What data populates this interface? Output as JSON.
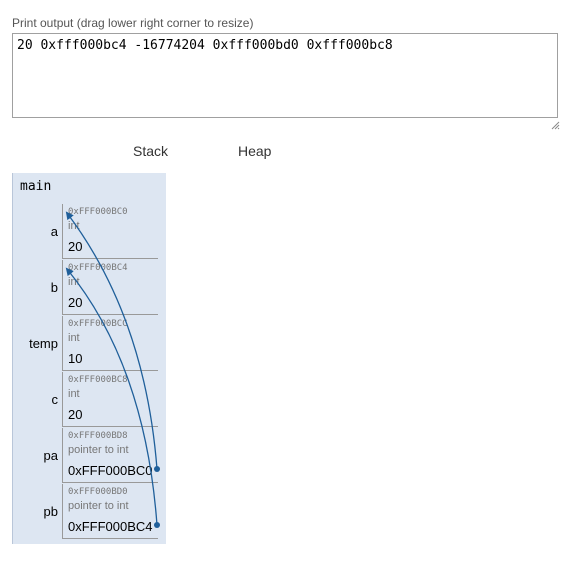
{
  "print_output": {
    "label": "Print output (drag lower right corner to resize)",
    "text": "20 0xfff000bc4 -16774204 0xfff000bd0 0xfff000bc8"
  },
  "headers": {
    "stack": "Stack",
    "heap": "Heap"
  },
  "frame": {
    "name": "main",
    "vars": [
      {
        "name": "a",
        "address": "0xFFF000BC0",
        "type": "int",
        "value": "20"
      },
      {
        "name": "b",
        "address": "0xFFF000BC4",
        "type": "int",
        "value": "20"
      },
      {
        "name": "temp",
        "address": "0xFFF000BCC",
        "type": "int",
        "value": "10"
      },
      {
        "name": "c",
        "address": "0xFFF000BC8",
        "type": "int",
        "value": "20"
      },
      {
        "name": "pa",
        "address": "0xFFF000BD8",
        "type": "pointer to int",
        "value": "0xFFF000BC0"
      },
      {
        "name": "pb",
        "address": "0xFFF000BD0",
        "type": "pointer to int",
        "value": "0xFFF000BC4"
      }
    ]
  },
  "colors": {
    "frame_bg": "#dde6f2",
    "arrow": "#1f5f9a"
  }
}
